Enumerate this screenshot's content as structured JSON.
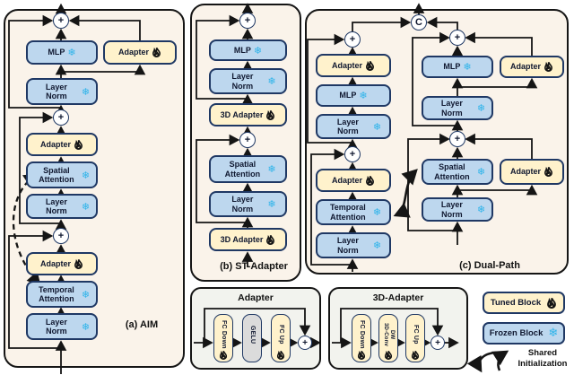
{
  "diagram": {
    "captions": {
      "a": "(a) AIM",
      "b": "(b) ST-Adapter",
      "c": "(c) Dual-Path"
    },
    "labels": {
      "mlp": "MLP",
      "layer_norm": "Layer Norm",
      "adapter": "Adapter",
      "adapter_3d": "3D Adapter",
      "spatial_attention": "Spatial Attention",
      "temporal_attention": "Temporal Attention",
      "add": "+",
      "concat": "C",
      "snowflake": "❄"
    },
    "details": {
      "adapter": {
        "title": "Adapter",
        "fc_down": "FC Down",
        "gelu": "GELU",
        "fc_up": "FC Up"
      },
      "adapter_3d": {
        "title": "3D-Adapter",
        "fc_down": "FC Down",
        "dw": "DW",
        "conv": "3D-Conv",
        "fc_up": "FC Up"
      }
    },
    "legend": {
      "tuned": "Tuned Block",
      "frozen": "Frozen Block",
      "shared_init": "Shared Initialization"
    },
    "colors": {
      "tuned_fill": "#FFF2CC",
      "frozen_fill": "#BDD7EE",
      "gelu_fill": "#DBDBDB",
      "block_border": "#1F3864",
      "panel_bg": "#FAF3EA",
      "detail_bg": "#F2F3EE",
      "snowflake": "#2FB4EA",
      "flame": "#E8391D",
      "line": "#151515"
    }
  }
}
